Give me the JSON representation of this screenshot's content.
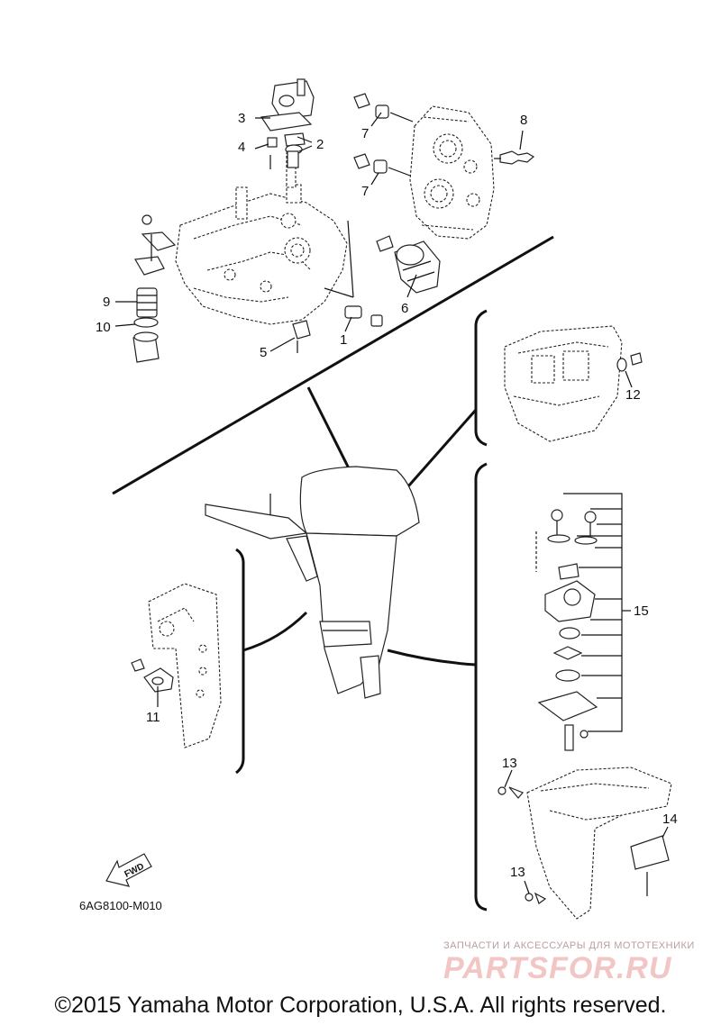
{
  "labels": {
    "p1": "1",
    "p2": "2",
    "p3": "3",
    "p4": "4",
    "p5": "5",
    "p6": "6",
    "p7a": "7",
    "p7b": "7",
    "p8": "8",
    "p9": "9",
    "p10": "10",
    "p11": "11",
    "p12": "12",
    "p13a": "13",
    "p13b": "13",
    "p14": "14",
    "p15": "15"
  },
  "fwd_arrow": "FWD",
  "diagram_code": "6AG8100-M010",
  "watermark": {
    "tagline": "ЗАПЧАСТИ И АКСЕССУАРЫ ДЛЯ МОТОТЕХНИКИ",
    "logo": "PARTSFOR.RU"
  },
  "copyright": "©2015 Yamaha Motor Corporation, U.S.A. All rights reserved."
}
